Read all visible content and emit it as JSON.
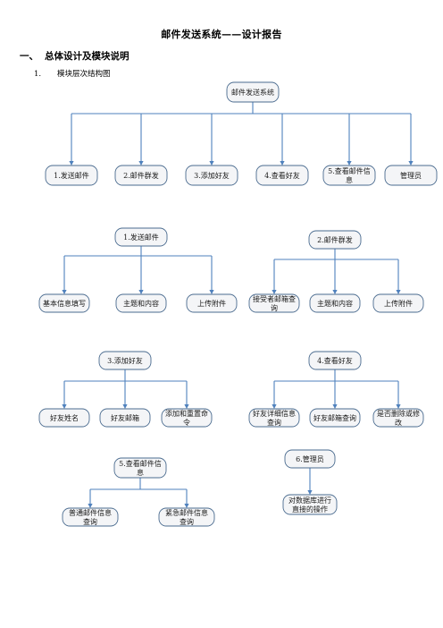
{
  "doc_title": "邮件发送系统——设计报告",
  "section": {
    "number": "一、",
    "title": "总体设计及模块说明"
  },
  "subsection": {
    "number": "1.",
    "title": "模块层次结构图"
  },
  "diagram": {
    "main": {
      "root": "邮件发送系统",
      "children": [
        "1.发送邮件",
        "2.邮件群发",
        "3.添加好友",
        "4.查看好友",
        [
          "5.查看邮件信",
          "息"
        ],
        "管理员"
      ]
    },
    "send_mail": {
      "root": "1.发送邮件",
      "children": [
        "基本信息填写",
        "主题和内容",
        "上传附件"
      ]
    },
    "group_mail": {
      "root": "2.邮件群发",
      "children": [
        [
          "接受者邮箱查",
          "询"
        ],
        "主题和内容",
        "上传附件"
      ]
    },
    "add_friend": {
      "root": "3.添加好友",
      "children": [
        "好友姓名",
        "好友邮箱",
        [
          "添加和重置命",
          "令"
        ]
      ]
    },
    "view_friend": {
      "root": "4.查看好友",
      "children": [
        [
          "好友详细信息",
          "查询"
        ],
        "好友邮箱查询",
        [
          "是否删除或修",
          "改"
        ]
      ]
    },
    "view_mail": {
      "root": [
        "5.查看邮件信",
        "息"
      ],
      "children": [
        [
          "普通邮件信息",
          "查询"
        ],
        [
          "紧急邮件信息",
          "查询"
        ]
      ]
    },
    "admin": {
      "root": "6.管理员",
      "children": [
        [
          "对数据库进行",
          "直接的操作"
        ]
      ]
    }
  },
  "colors": {
    "connector": "#4f81bd",
    "node_fill": "#f4f5f7",
    "node_border": "#4a6b8f"
  }
}
